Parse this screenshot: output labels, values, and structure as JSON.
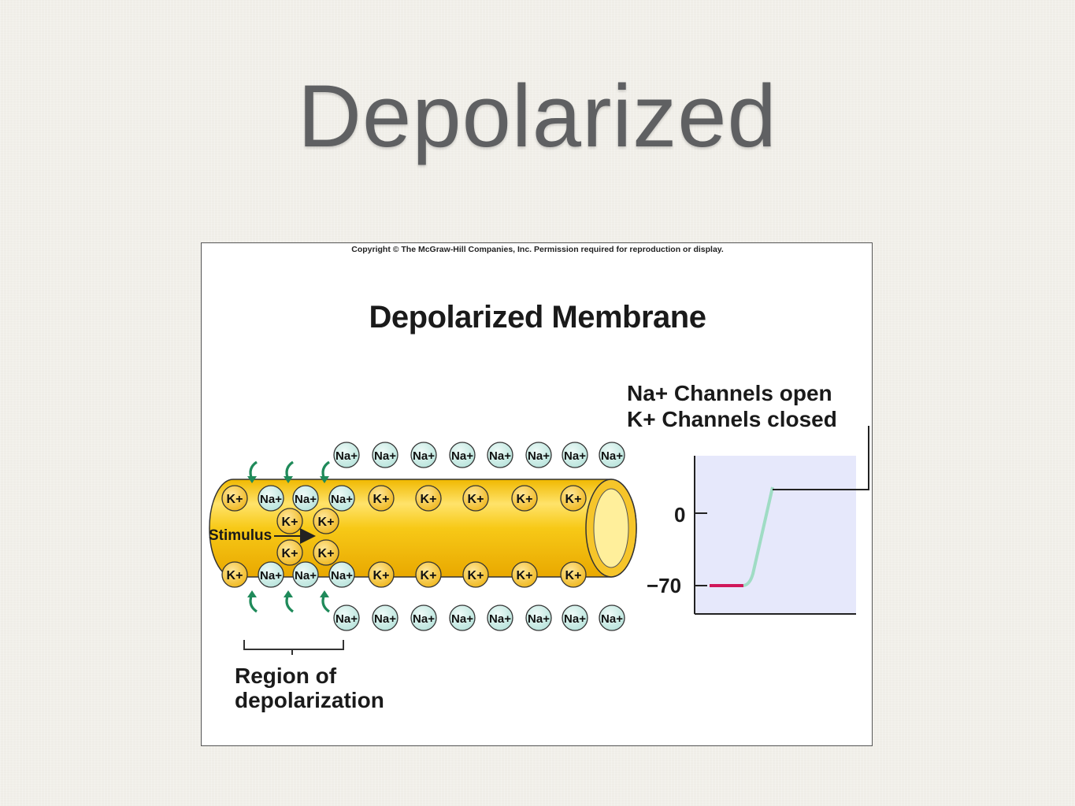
{
  "slide": {
    "title": "Depolarized"
  },
  "figure": {
    "copyright": "Copyright © The McGraw-Hill Companies, Inc. Permission required for reproduction or display.",
    "title": "Depolarized Membrane",
    "channels_line1": "Na+ Channels open",
    "channels_line2": "K+ Channels closed",
    "stimulus_label": "Stimulus",
    "region_line1": "Region of",
    "region_line2": "depolarization",
    "ion_na": "Na+",
    "ion_k": "K+",
    "graph_ticks": [
      "0",
      "−70"
    ],
    "colors": {
      "axon": "#f2c21a",
      "na_ion": "#c8ece6",
      "k_ion": "#f3c63a",
      "arrow": "#1f8a5a",
      "resting_line": "#d0175a",
      "rise_line": "#9fdcc4",
      "graph_bg": "#e6e8fb"
    }
  }
}
